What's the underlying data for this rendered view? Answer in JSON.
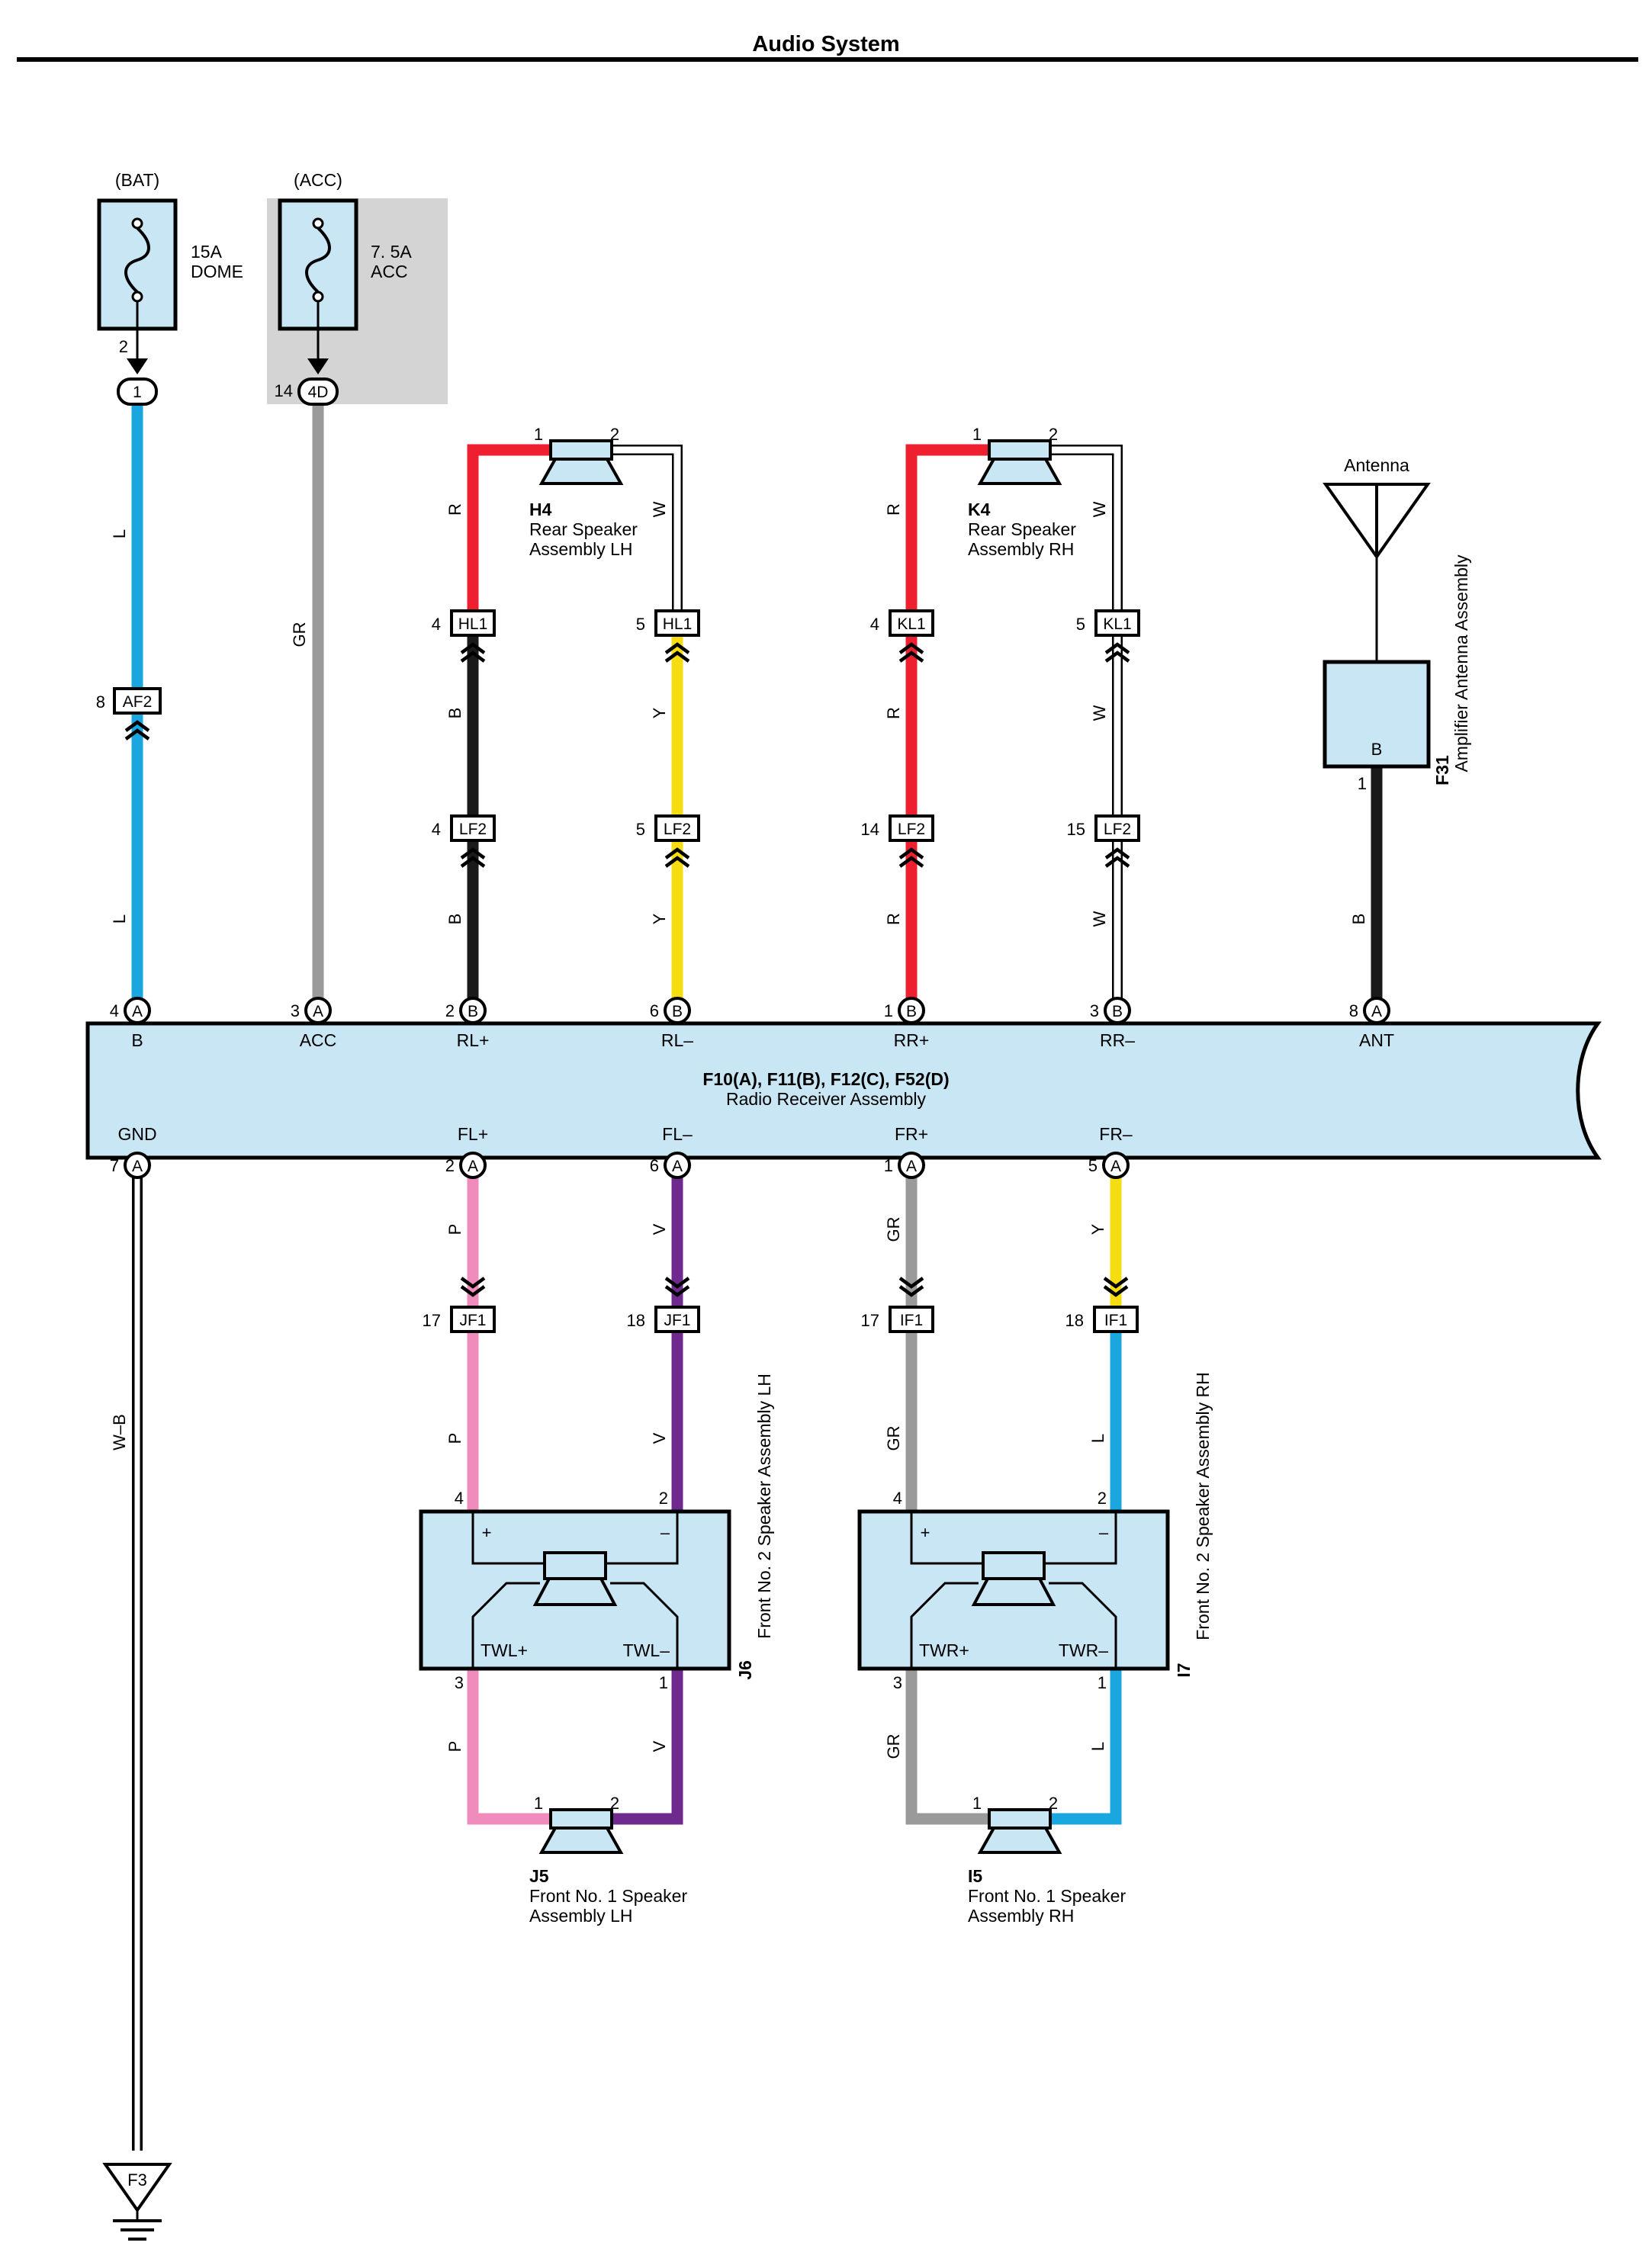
{
  "page": {
    "title": "Audio System"
  },
  "colors": {
    "L": "#1aa7e0",
    "GR": "#9a9a9a",
    "R": "#ee2030",
    "B": "#1a1a1a",
    "Y": "#f5dd12",
    "W": "#ffffff",
    "P": "#f08cbc",
    "V": "#6f2a8e",
    "component": "#c9e6f5",
    "shade": "#d4d4d4"
  },
  "fuses": [
    {
      "source": "(BAT)",
      "amp": "15A",
      "name": "DOME",
      "pin": "2",
      "conn": "1"
    },
    {
      "source": "(ACC)",
      "amp": "7. 5A",
      "name": "ACC",
      "pin": "14",
      "conn": "4D"
    }
  ],
  "receiver": {
    "title": "F10(A), F11(B), F12(C), F52(D)",
    "name": "Radio Receiver Assembly",
    "top_terminals": [
      {
        "label": "B",
        "pin": "4",
        "conn": "A"
      },
      {
        "label": "ACC",
        "pin": "3",
        "conn": "A"
      },
      {
        "label": "RL+",
        "pin": "2",
        "conn": "B"
      },
      {
        "label": "RL–",
        "pin": "6",
        "conn": "B"
      },
      {
        "label": "RR+",
        "pin": "1",
        "conn": "B"
      },
      {
        "label": "RR–",
        "pin": "3",
        "conn": "B"
      },
      {
        "label": "ANT",
        "pin": "8",
        "conn": "A"
      }
    ],
    "bottom_terminals": [
      {
        "label": "GND",
        "pin": "7",
        "conn": "A"
      },
      {
        "label": "FL+",
        "pin": "2",
        "conn": "A"
      },
      {
        "label": "FL–",
        "pin": "6",
        "conn": "A"
      },
      {
        "label": "FR+",
        "pin": "1",
        "conn": "A"
      },
      {
        "label": "FR–",
        "pin": "5",
        "conn": "A"
      }
    ]
  },
  "rear_speakers": [
    {
      "id": "H4",
      "line1": "Rear Speaker",
      "line2": "Assembly LH",
      "pin1": "1",
      "pin2": "2",
      "wire_plus": "R",
      "wire_minus": "W",
      "conn1": "HL1",
      "conn1_pin_plus": "4",
      "conn1_pin_minus": "5",
      "mid_wire_plus": "B",
      "mid_wire_minus": "Y",
      "conn2": "LF2",
      "conn2_pin_plus": "4",
      "conn2_pin_minus": "5",
      "low_wire_plus": "B",
      "low_wire_minus": "Y"
    },
    {
      "id": "K4",
      "line1": "Rear Speaker",
      "line2": "Assembly RH",
      "pin1": "1",
      "pin2": "2",
      "wire_plus": "R",
      "wire_minus": "W",
      "conn1": "KL1",
      "conn1_pin_plus": "4",
      "conn1_pin_minus": "5",
      "mid_wire_plus": "R",
      "mid_wire_minus": "W",
      "conn2": "LF2",
      "conn2_pin_plus": "14",
      "conn2_pin_minus": "15",
      "low_wire_plus": "R",
      "low_wire_minus": "W"
    }
  ],
  "bat_wires": {
    "top": "L",
    "conn": "AF2",
    "conn_pin": "8",
    "bottom": "L"
  },
  "acc_wire": "GR",
  "ground": {
    "wire": "W–B",
    "point": "F3"
  },
  "antenna": {
    "label": "Antenna",
    "id": "F31",
    "name": "Amplifier Antenna Assembly",
    "term": "B",
    "pin": "1",
    "wire": "B"
  },
  "front_lh": {
    "wire_plus": "P",
    "wire_minus": "V",
    "conn": "JF1",
    "conn_pin_plus": "17",
    "conn_pin_minus": "18",
    "lower_wire_plus": "P",
    "lower_wire_minus": "V",
    "unit_id": "J6",
    "unit_name": "Front No. 2 Speaker Assembly LH",
    "pin_plus": "4",
    "pin_minus": "2",
    "out_plus": "TWL+",
    "out_minus": "TWL–",
    "out_pin_plus": "3",
    "out_pin_minus": "1",
    "tweeter_wire_plus": "P",
    "tweeter_wire_minus": "V",
    "spk_id": "J5",
    "spk_line1": "Front No. 1 Speaker",
    "spk_line2": "Assembly LH",
    "spk_pin1": "1",
    "spk_pin2": "2",
    "plus_sign": "+",
    "minus_sign": "–"
  },
  "front_rh": {
    "wire_plus": "GR",
    "wire_minus": "Y",
    "conn": "IF1",
    "conn_pin_plus": "17",
    "conn_pin_minus": "18",
    "lower_wire_plus": "GR",
    "lower_wire_minus": "L",
    "unit_id": "I7",
    "unit_name": "Front No. 2 Speaker Assembly RH",
    "pin_plus": "4",
    "pin_minus": "2",
    "out_plus": "TWR+",
    "out_minus": "TWR–",
    "out_pin_plus": "3",
    "out_pin_minus": "1",
    "tweeter_wire_plus": "GR",
    "tweeter_wire_minus": "L",
    "spk_id": "I5",
    "spk_line1": "Front No. 1 Speaker",
    "spk_line2": "Assembly RH",
    "spk_pin1": "1",
    "spk_pin2": "2",
    "plus_sign": "+",
    "minus_sign": "–"
  }
}
